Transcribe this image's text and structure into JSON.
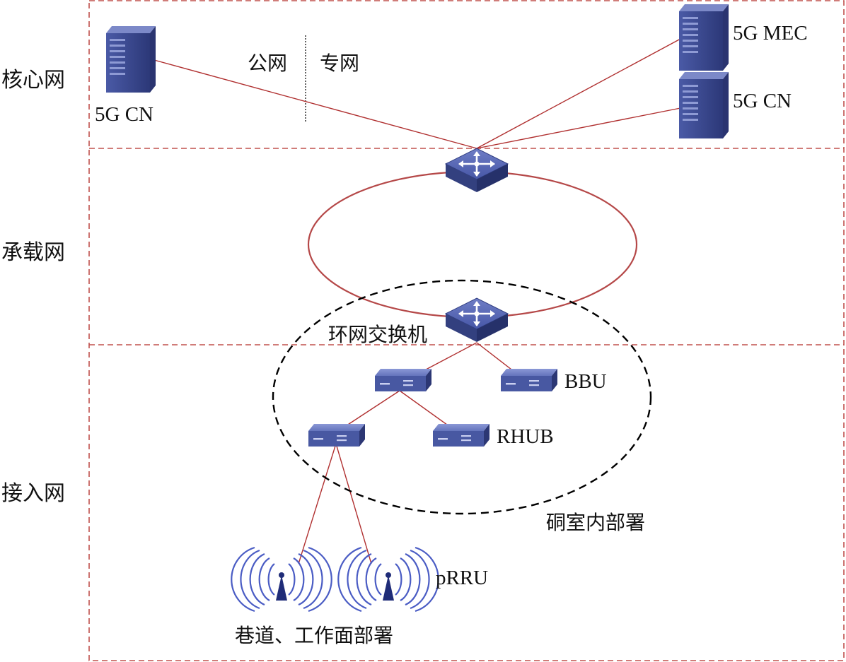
{
  "layers": {
    "core": "核心网",
    "bearer": "承载网",
    "access": "接入网"
  },
  "core": {
    "public_net": "公网",
    "private_net": "专网",
    "left_server": "5G CN",
    "right_top_server": "5G MEC",
    "right_bottom_server": "5G CN"
  },
  "bearer": {
    "ring_switch": "环网交换机"
  },
  "access": {
    "bbu": "BBU",
    "rhub": "RHUB",
    "chamber_deploy": "硐室内部署",
    "prru": "pRRU",
    "tunnel_deploy": "巷道、工作面部署"
  },
  "colors": {
    "zone_border": "#c0504d",
    "link": "#b03030",
    "ring": "#b54848",
    "device": "#3b4a8e",
    "chamber_boundary": "#000000"
  }
}
